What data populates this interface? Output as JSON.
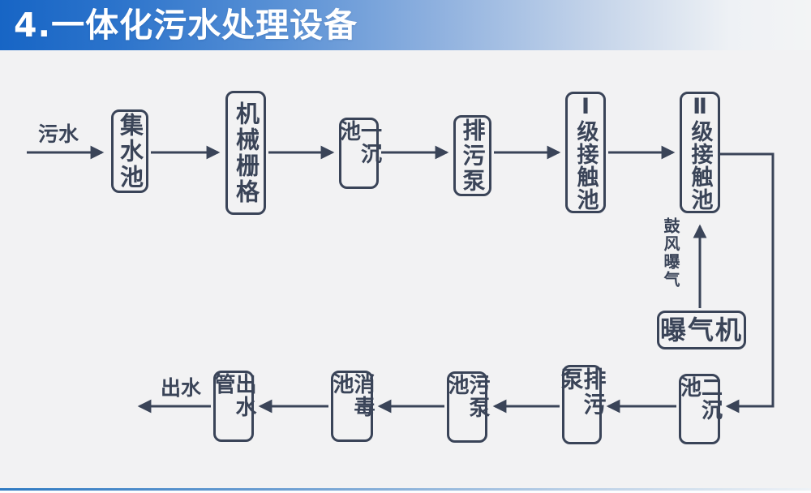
{
  "title": "4.一体化污水处理设备",
  "colors": {
    "title_bar_blue": "#1765c5",
    "background": "#f2f2f3",
    "line_and_text": "#3a4458",
    "title_text": "#ffffff"
  },
  "flow": {
    "inlet_label": "污水",
    "outlet_label": "出水",
    "aeration_label": "鼓风曝气",
    "nodes": [
      {
        "name": "collection-tank",
        "label": "集水池"
      },
      {
        "name": "mechanical-grille",
        "label": "机械栅格"
      },
      {
        "name": "primary-sedimentation-tank",
        "label": "一沉池"
      },
      {
        "name": "sewage-discharge-pump-upper",
        "label": "排污泵"
      },
      {
        "name": "stage1-contact-tank",
        "label": "Ⅰ级接触池"
      },
      {
        "name": "stage2-contact-tank",
        "label": "Ⅱ级接触池"
      },
      {
        "name": "aerator",
        "label": "曝气机"
      },
      {
        "name": "secondary-sedimentation-tank",
        "label": "二沉池"
      },
      {
        "name": "sewage-discharge-pump-lower",
        "label": "排污泵"
      },
      {
        "name": "sewage-pump-tank",
        "label": "污泵池"
      },
      {
        "name": "disinfection-tank",
        "label": "消毒池"
      },
      {
        "name": "outlet-pipe",
        "label": "出水管"
      }
    ]
  }
}
